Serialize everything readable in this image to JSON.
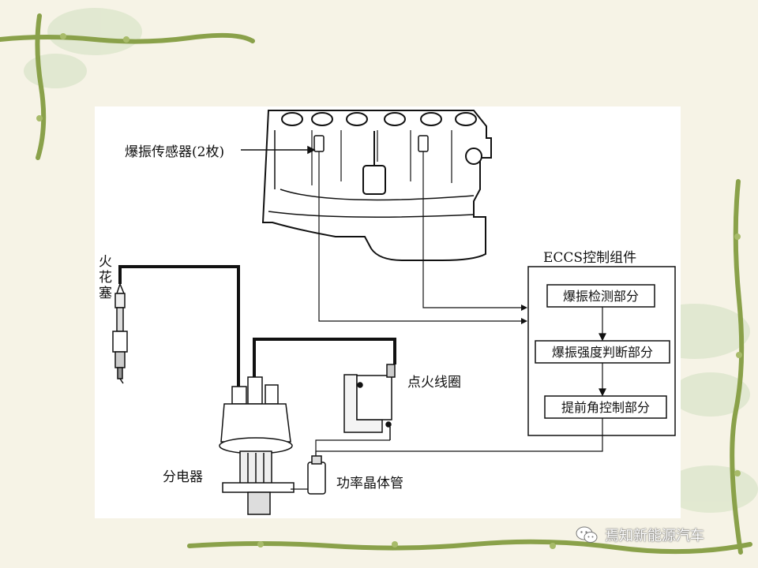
{
  "labels": {
    "knock_sensor": "爆振传感器(2枚)",
    "spark_plug": [
      "火",
      "花",
      "塞"
    ],
    "distributor": "分电器",
    "ignition_coil": "点火线圈",
    "power_transistor": "功率晶体管",
    "ecu_title": "ECCS控制组件"
  },
  "ecu_boxes": [
    "爆振检测部分",
    "爆振强度判断部分",
    "提前角控制部分"
  ],
  "watermark": {
    "text": "焉知新能源汽车",
    "icon": "wechat-icon"
  },
  "colors": {
    "background": "#f6f3e6",
    "panel": "#ffffff",
    "line": "#111111",
    "vine": "#8aa14a"
  }
}
